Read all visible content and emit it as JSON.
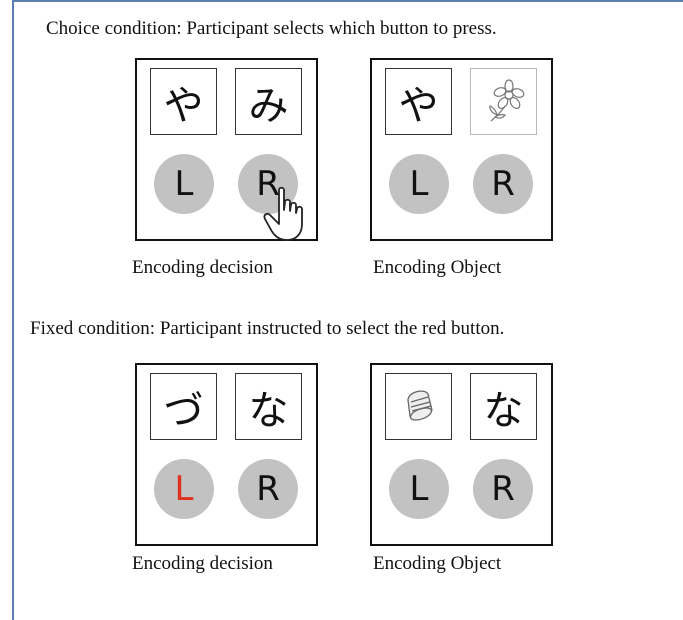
{
  "top": {
    "caption": "Choice condition: Participant selects which button to press.",
    "panels": [
      {
        "left_stim": "や",
        "right_stim": "み",
        "left_button": "L",
        "right_button": "R",
        "label": "Encoding decision"
      },
      {
        "left_stim": "や",
        "right_stim_icon": "flower-sketch-icon",
        "left_button": "L",
        "right_button": "R",
        "label": "Encoding Object"
      }
    ]
  },
  "bottom": {
    "caption": "Fixed condition: Participant instructed to select the red button.",
    "panels": [
      {
        "left_stim": "づ",
        "right_stim": "な",
        "left_button": "L",
        "right_button": "R",
        "label": "Encoding decision"
      },
      {
        "left_stim_icon": "thimble-sketch-icon",
        "right_stim": "な",
        "left_button": "L",
        "right_button": "R",
        "label": "Encoding Object"
      }
    ]
  },
  "colors": {
    "button_gray": "#c2c2c2",
    "highlight_red": "#e0301e",
    "frame_blue": "#5b7fae"
  }
}
